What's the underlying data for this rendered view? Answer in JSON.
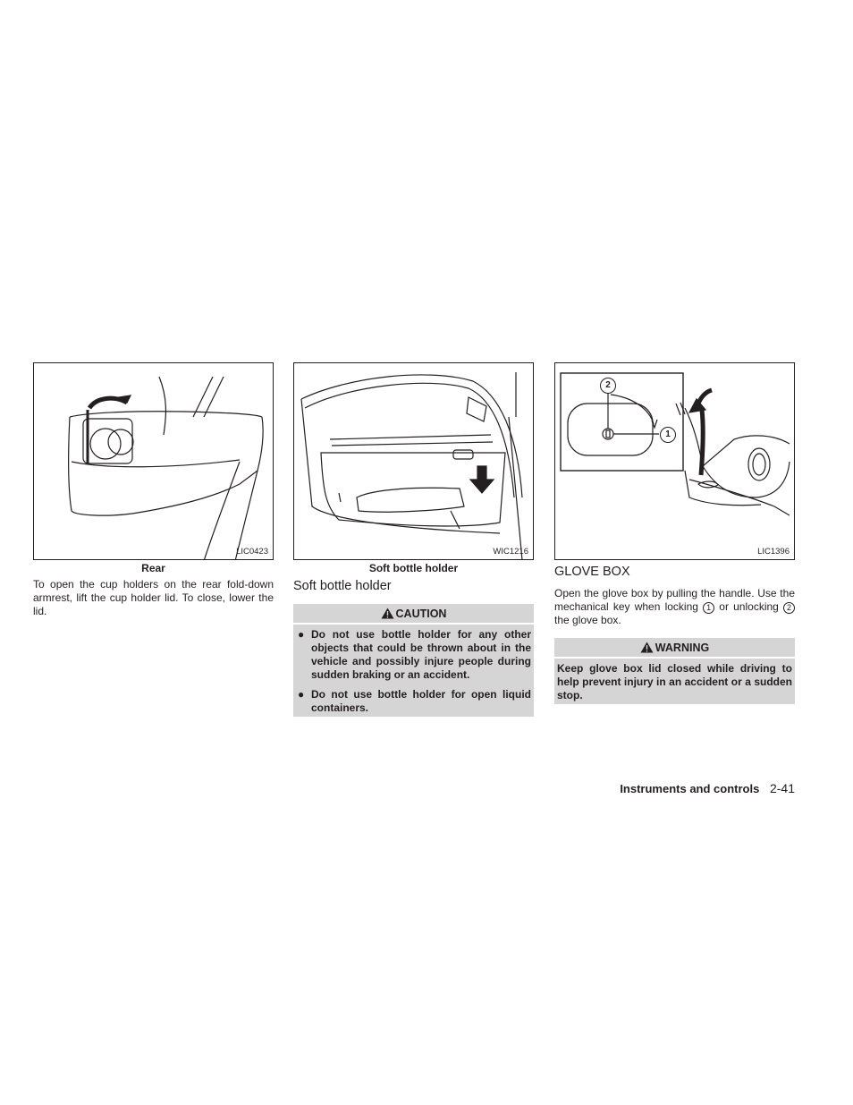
{
  "col1": {
    "figure_code": "LIC0423",
    "caption": "Rear",
    "paragraph": "To open the cup holders on the rear fold-down armrest, lift the cup holder lid. To close, lower the lid."
  },
  "col2": {
    "figure_code": "WIC1216",
    "caption": "Soft bottle holder",
    "subheading": "Soft bottle holder",
    "caution": {
      "title": "CAUTION",
      "items": [
        "Do not use bottle holder for any other objects that could be thrown about in the vehicle and possibly injure people during sudden braking or an accident.",
        "Do not use bottle holder for open liquid containers."
      ]
    }
  },
  "col3": {
    "figure_code": "LIC1396",
    "callout_1": "1",
    "callout_2": "2",
    "heading": "GLOVE BOX",
    "para_part1": "Open the glove box by pulling the handle. Use the mechanical key when locking ",
    "para_num1": "1",
    "para_part2": " or unlocking ",
    "para_num2": "2",
    "para_part3": " the glove box.",
    "warning": {
      "title": "WARNING",
      "text": "Keep glove box lid closed while driving to help prevent injury in an accident or a sudden stop."
    }
  },
  "footer": {
    "section": "Instruments and controls",
    "page": "2-41"
  }
}
